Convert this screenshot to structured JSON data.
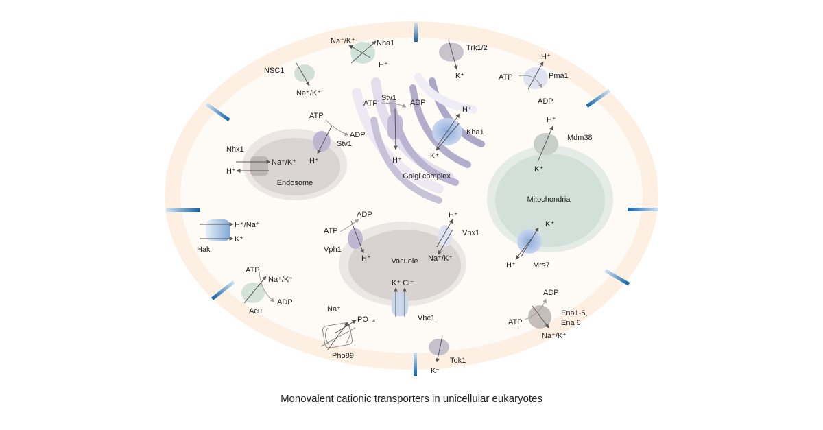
{
  "caption": "Monovalent cationic transporters in unicellular eukaryotes",
  "colors": {
    "cell_wall": "#fdf0e2",
    "cytoplasm": "#fefaf5",
    "membrane_stripe": "#1769aa",
    "organelle_gray": "#d8d4d2",
    "mito_green": "#cfdfd8",
    "golgi": "#b4b0cc",
    "arrow": "#555555"
  },
  "organelles": {
    "endosome": "Endosome",
    "golgi": "Golgi complex",
    "mitochondria": "Mitochondria",
    "vacuole": "Vacuole"
  },
  "transporters": {
    "nha1": {
      "name": "Nha1",
      "top": "Na⁺/K⁺",
      "bottom": "H⁺"
    },
    "trk": {
      "name": "Trk1/2",
      "bottom": "K⁺"
    },
    "nsc1": {
      "name": "NSC1",
      "bottom": "Na⁺/K⁺"
    },
    "pma1": {
      "name": "Pma1",
      "atp": "ATP",
      "adp": "ADP",
      "ion": "H⁺"
    },
    "stv1_golgi": {
      "name": "Stv1",
      "atp": "ATP",
      "adp": "ADP",
      "ion": "H⁺"
    },
    "kha1": {
      "name": "Kha1",
      "top": "H⁺",
      "bottom": "K⁺"
    },
    "stv1_endo": {
      "name": "Stv1",
      "atp": "ATP",
      "adp": "ADP",
      "ion": "H⁺"
    },
    "nhx1": {
      "name": "Nhx1",
      "ion1": "Na⁺/K⁺",
      "ion2": "H⁺"
    },
    "mdm38": {
      "name": "Mdm38",
      "top": "H⁺",
      "bottom": "K⁺"
    },
    "hak": {
      "name": "Hak",
      "ion1": "H⁺/Na⁺",
      "ion2": "K⁺"
    },
    "vph1": {
      "name": "Vph1",
      "atp": "ATP",
      "adp": "ADP",
      "ion": "H⁺"
    },
    "vnx1": {
      "name": "Vnx1",
      "top": "H⁺",
      "bottom": "Na⁺/K⁺"
    },
    "mrs7": {
      "name": "Mrs7",
      "top": "K⁺",
      "bottom": "H⁺"
    },
    "acu": {
      "name": "Acu",
      "atp": "ATP",
      "adp": "ADP",
      "ion": "Na⁺/K⁺"
    },
    "vhc1": {
      "name": "Vhc1",
      "ions": "K⁺ Cl⁻"
    },
    "pho89": {
      "name": "Pho89",
      "ion1": "Na⁺",
      "ion2": "PO⁻₄"
    },
    "ena": {
      "name_line1": "Ena1-5,",
      "name_line2": "Ena 6",
      "atp": "ATP",
      "adp": "ADP",
      "ion": "Na⁺/K⁺"
    },
    "tok1": {
      "name": "Tok1",
      "ion": "K⁺"
    }
  }
}
